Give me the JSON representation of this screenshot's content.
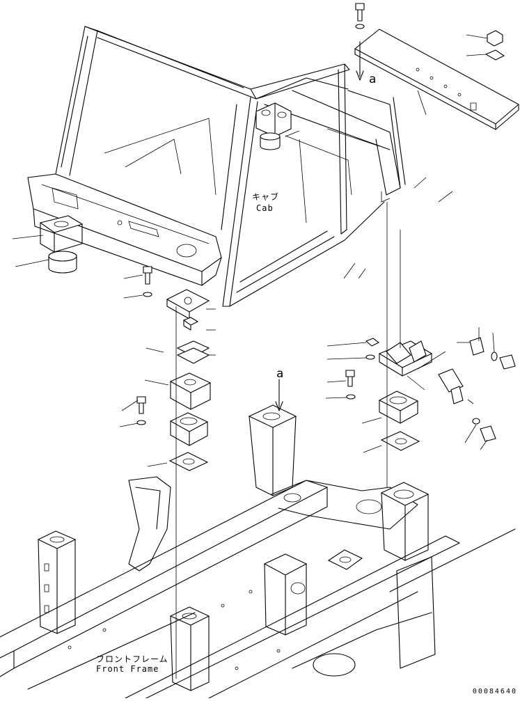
{
  "labels": {
    "cab_jp": "キャブ",
    "cab_en": "Cab",
    "front_frame_jp": "フロントフレーム",
    "front_frame_en": "Front Frame",
    "ref_a_top": "a",
    "ref_a_mid": "a",
    "drawing_code": "00084640"
  }
}
